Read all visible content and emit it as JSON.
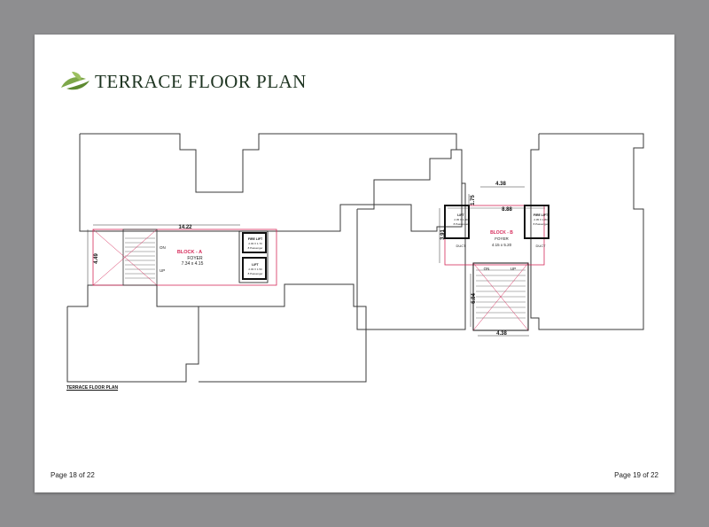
{
  "document": {
    "title": "TERRACE FLOOR PLAN",
    "plan_caption": "TERRACE FLOOR PLAN",
    "page_left": "Page 18 of 22",
    "page_right": "Page 19 of 22",
    "accent_color": "#6f9a3c",
    "marking_color": "#d62a5a"
  },
  "block_a": {
    "name": "BLOCK - A",
    "room": "FOYER",
    "size": "7.34 x 4.15",
    "dim_width": "14.22",
    "dim_height": "4.49",
    "stair_on": "ON",
    "stair_up": "UP",
    "fire_lift_label": "FIRE LIFT",
    "fire_lift_size": "2.03 X 1.70",
    "fire_lift_capacity": "8 Passenger",
    "lift_label": "LIFT",
    "lift_size": "2.03 X 1.50",
    "lift_capacity": "8 Passenger"
  },
  "block_b": {
    "name": "BLOCK - B",
    "room": "FOYER",
    "size": "4.15 x 5.20",
    "dim_top": "4.38",
    "dim_small": "1.75",
    "dim_width": "8.88",
    "dim_height": "3.91",
    "dim_stair": "6.04",
    "dim_bottom": "4.38",
    "lift_label": "LIFT",
    "lift_size": "2.05 X 1.80",
    "lift_capacity": "8 Passenger",
    "fire_lift_label": "FIRE LIFT",
    "fire_lift_size": "2.05 X 1.80",
    "fire_lift_capacity": "8 Passenger",
    "duct_left": "DUCT",
    "duct_right": "DUCT",
    "stair_on": "ON",
    "stair_up": "UP"
  }
}
